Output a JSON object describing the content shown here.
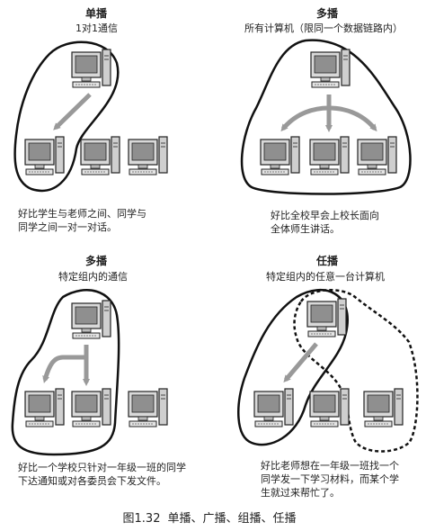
{
  "panels": {
    "unicast": {
      "title": "单播",
      "subtitle": "1对1通信",
      "caption_line1": "好比学生与老师之间、同学与",
      "caption_line2": "同学之间一对一对话。"
    },
    "broadcast": {
      "title": "多播",
      "subtitle": "所有计算机（限同一个数据链路内）",
      "caption_line1": "好比全校早会上校长面向",
      "caption_line2": "全体师生讲话。"
    },
    "multicast": {
      "title": "多播",
      "subtitle": "特定组内的通信",
      "caption_line1": "好比一个学校只针对一年级一班的同学",
      "caption_line2": "下达通知或对各委员会下发文件。"
    },
    "anycast": {
      "title": "任播",
      "subtitle": "特定组内的任意一台计算机",
      "caption_line1": "好比老师想在一年级一班找一个",
      "caption_line2": "同学发一下学习材料，而某个学",
      "caption_line3": "生就过来帮忙了。"
    }
  },
  "figure": {
    "number": "图1.32",
    "text": "单播、广播、组播、任播"
  }
}
